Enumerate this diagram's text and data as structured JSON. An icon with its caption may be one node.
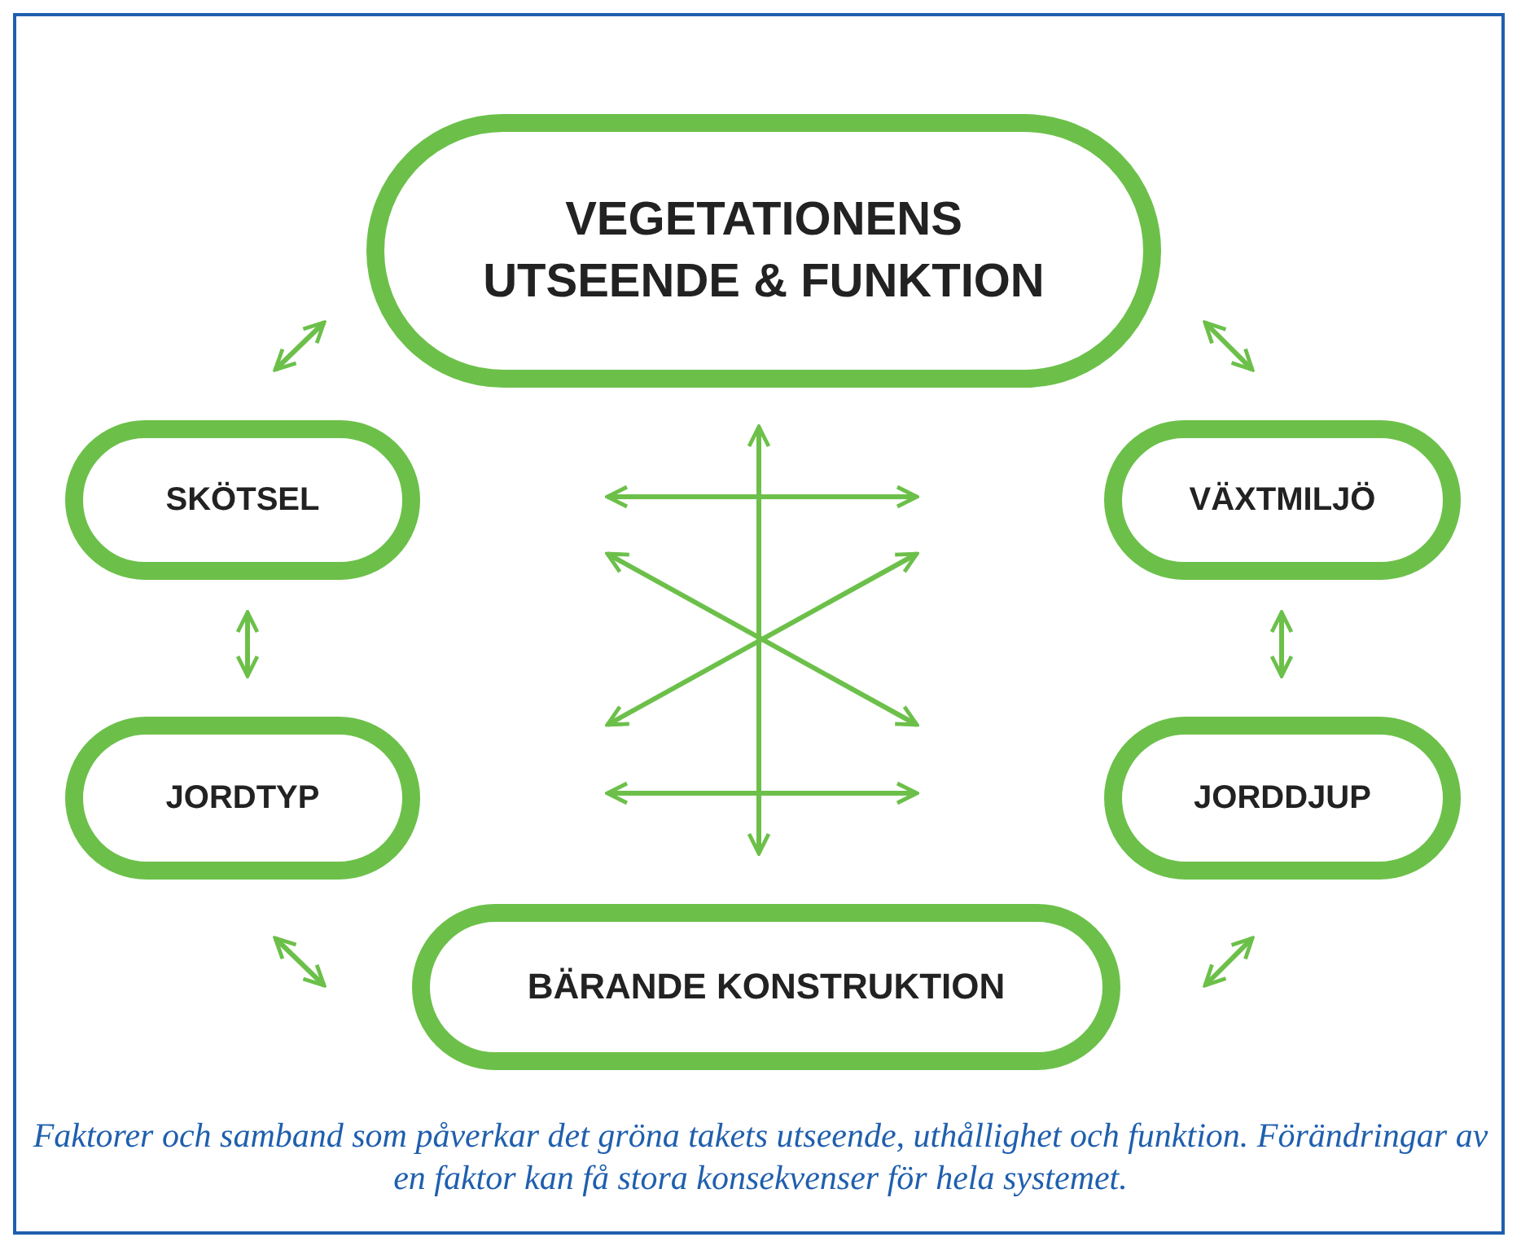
{
  "diagram": {
    "caption": "Faktorer och samband som påverkar det gröna takets utseende, uthållighet och funktion. Förändringar av en faktor kan få stora konsekvenser för hela systemet.",
    "nodes": [
      {
        "text": [
          "VEGETATIONENS UTSEENDE & FUNKTION"
        ]
      },
      {
        "text": [
          "SKÖTSEL"
        ]
      },
      {
        "text": [
          "VÄXTMILJÖ"
        ]
      },
      {
        "text": [
          "JORDTYP"
        ]
      },
      {
        "text": [
          "JORDDJUP"
        ]
      },
      {
        "text": [
          "BÄRANDE KONSTRUKTION"
        ]
      }
    ],
    "edges": [
      {
        "from": 0,
        "to": 1,
        "arrow": "both"
      },
      {
        "from": 0,
        "to": 2,
        "arrow": "both"
      },
      {
        "from": 1,
        "to": 3,
        "arrow": "both"
      },
      {
        "from": 2,
        "to": 4,
        "arrow": "both"
      },
      {
        "from": 3,
        "to": 5,
        "arrow": "both"
      },
      {
        "from": 4,
        "to": 5,
        "arrow": "both"
      }
    ]
  }
}
